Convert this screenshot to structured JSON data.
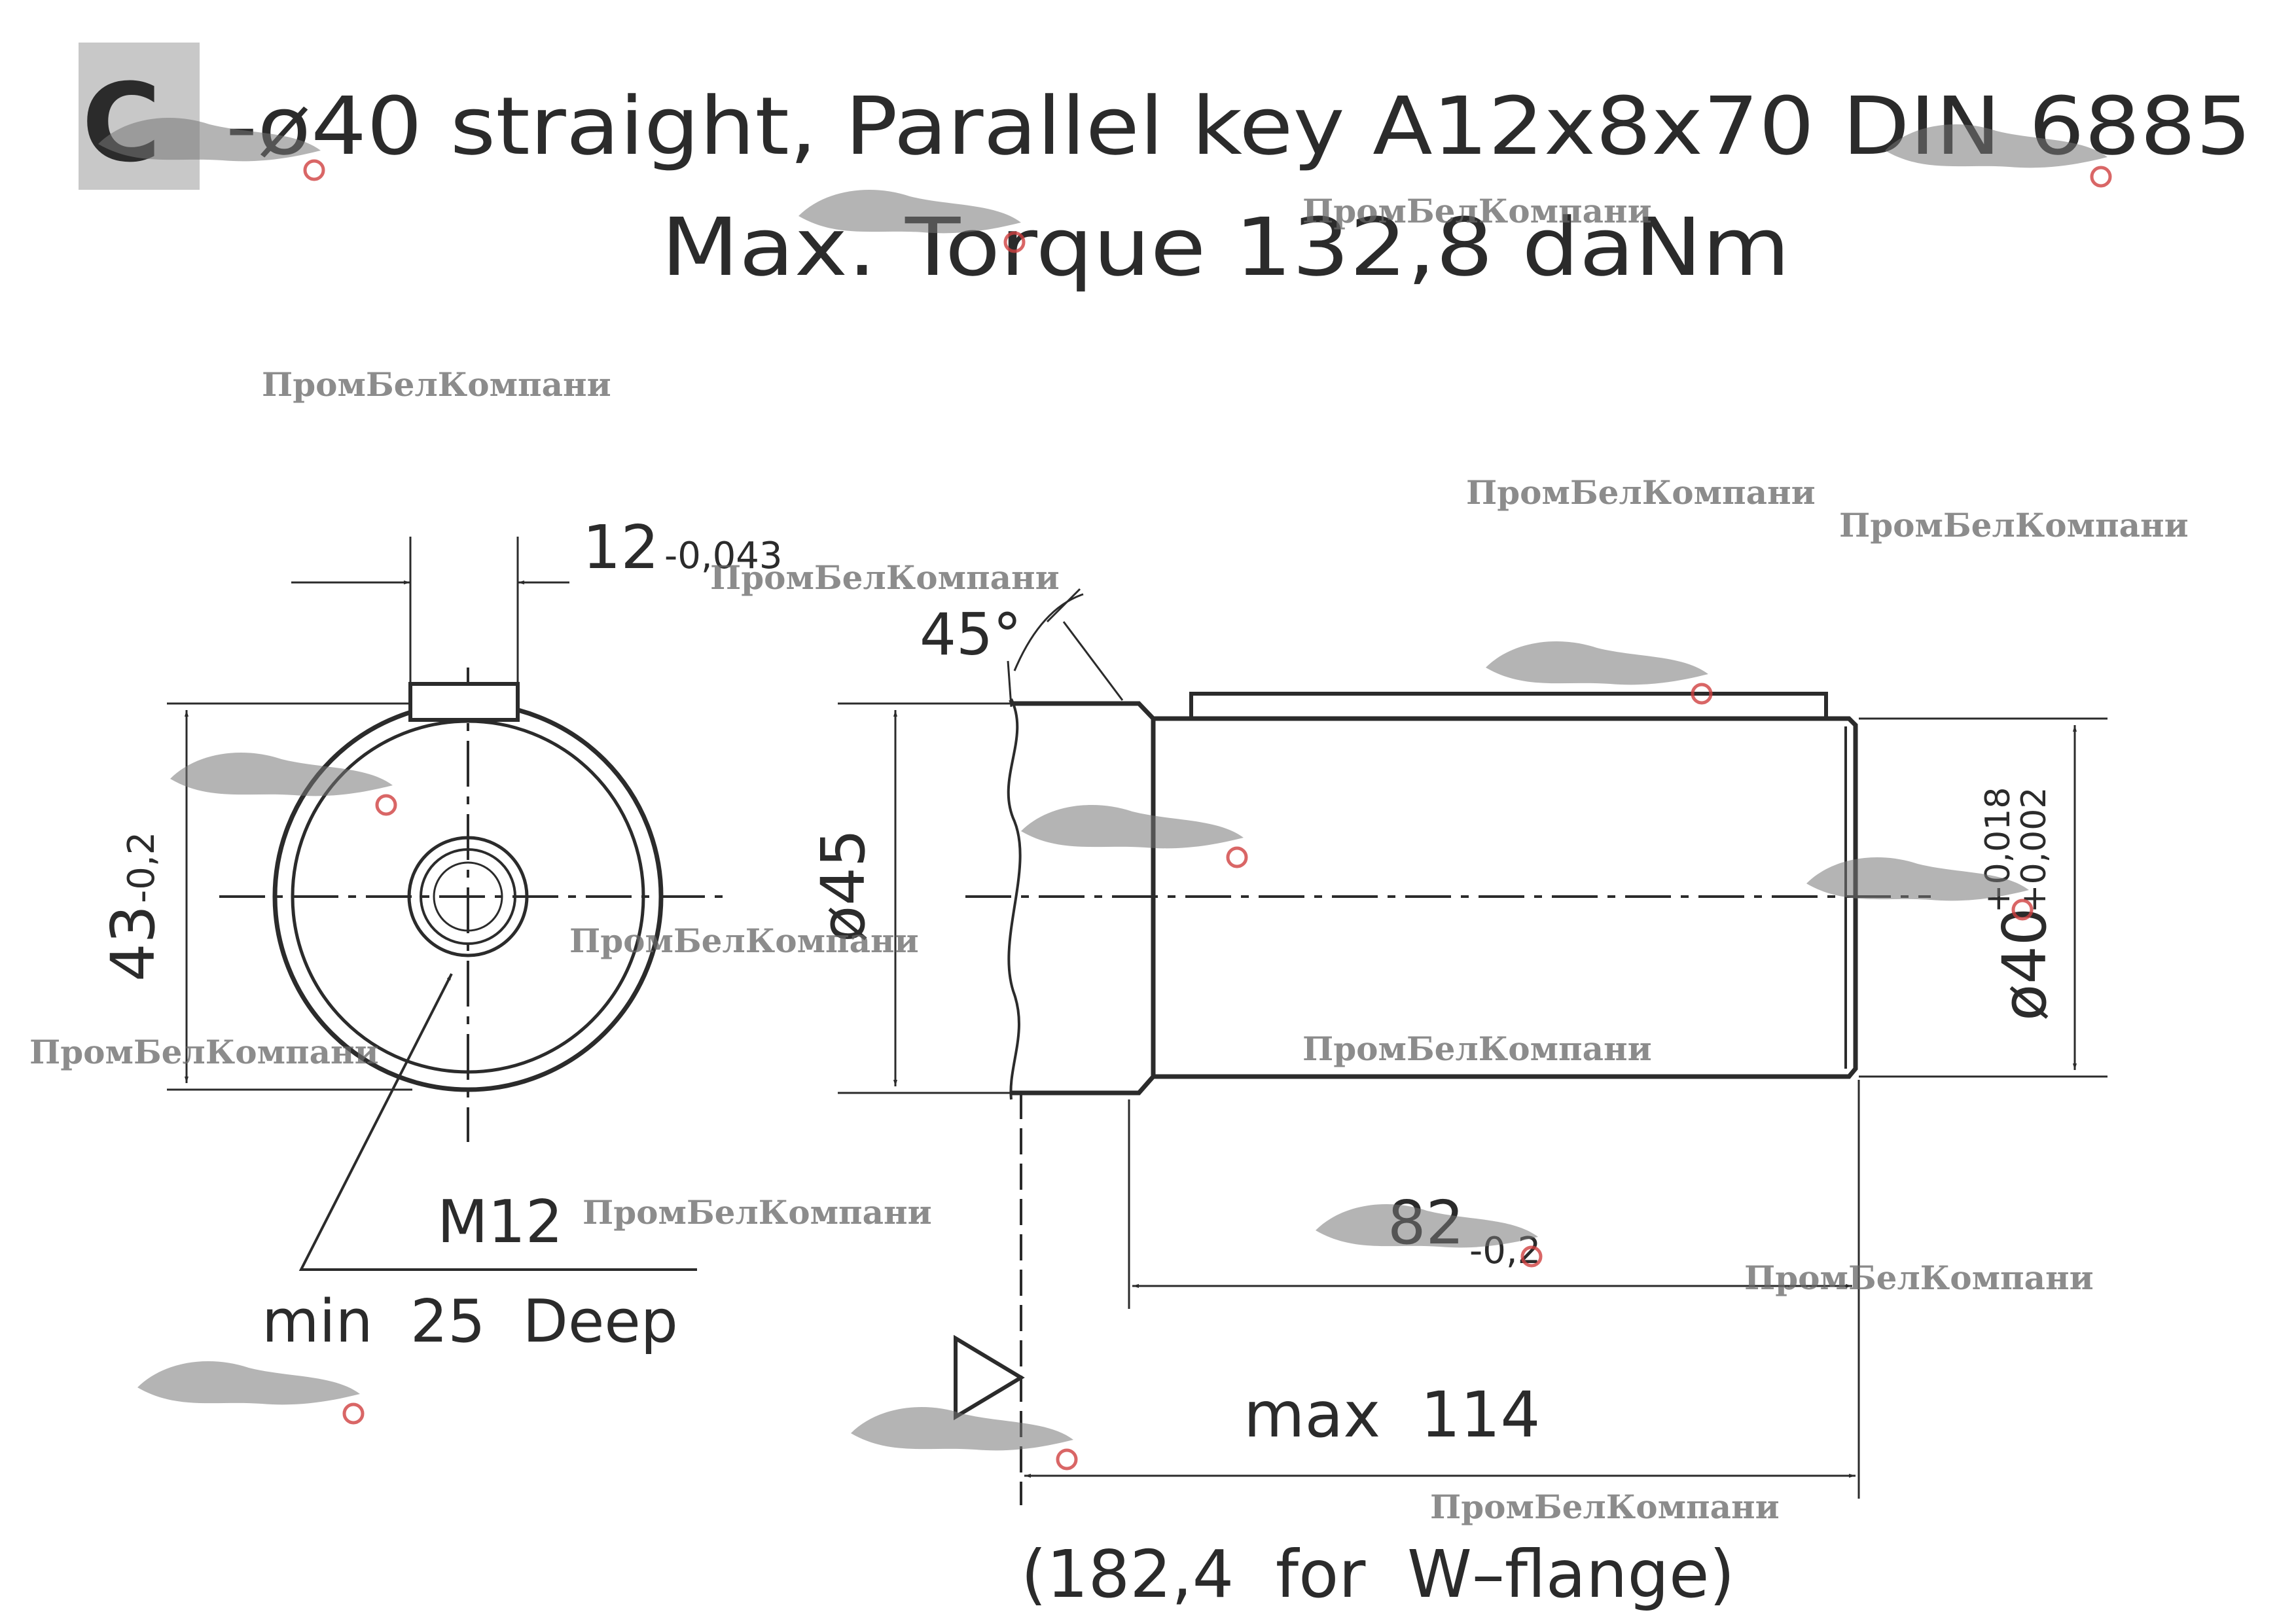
{
  "header": {
    "badge_letter": "C",
    "line1": "-ø40 straight, Parallel key A12x8x70 DIN 6885",
    "line2": "Max. Torque 132,8 daNm"
  },
  "end_view": {
    "key_width": "12",
    "key_width_tol": "-0,043",
    "height": "43",
    "height_tol": "-0,2",
    "thread": "M12",
    "thread_depth": "min  25  Deep"
  },
  "side_view": {
    "chamfer_angle": "45°",
    "collar_dia": "ø45",
    "shaft_dia": "ø40",
    "shaft_tol_upper": "+0,018",
    "shaft_tol_lower": "+0,002",
    "key_length": "82",
    "key_length_tol": "-0,2",
    "overall_length": "max  114",
    "w_flange_note": "(182,4  for  W–flange)"
  },
  "watermark": {
    "text": "ПромБелКомпани"
  },
  "colors": {
    "ink": "#2b2b2b",
    "badge": "#c8c8c8",
    "watermark": "#666666",
    "watermark_accent": "#d04040"
  }
}
